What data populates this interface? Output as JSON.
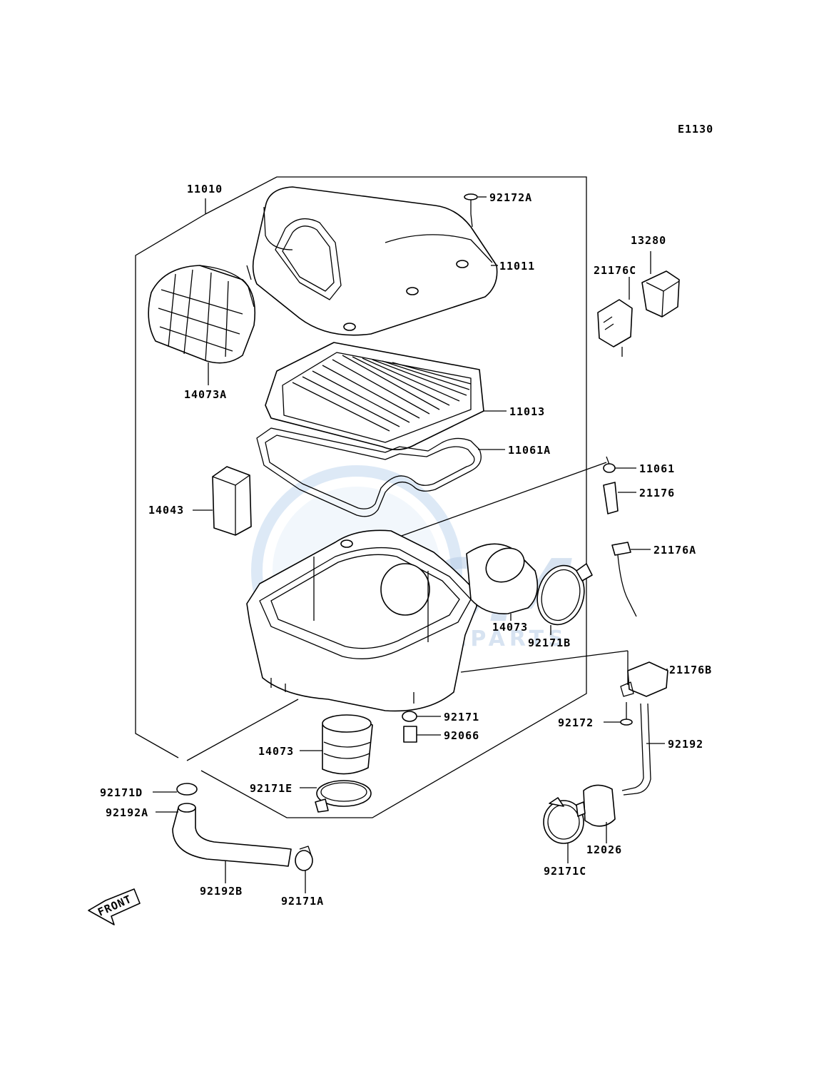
{
  "diagram_code": "E1130",
  "watermark": {
    "brand": "GSM",
    "sub": "MOTORPARTS",
    "color": "#8fb4e0"
  },
  "front_arrow": "FRONT",
  "callouts": {
    "c11010": "11010",
    "c92172A": "92172A",
    "c11011": "11011",
    "c13280": "13280",
    "c21176C": "21176C",
    "c14073A": "14073A",
    "c11013": "11013",
    "c11061A": "11061A",
    "c11061": "11061",
    "c21176": "21176",
    "c14043": "14043",
    "c21176A": "21176A",
    "c14073_top": "14073",
    "c92171B": "92171B",
    "c21176B": "21176B",
    "c92171": "92171",
    "c92066": "92066",
    "c92172": "92172",
    "c92192": "92192",
    "c14073_bottom": "14073",
    "c92171D": "92171D",
    "c92171E": "92171E",
    "c92192A": "92192A",
    "c12026": "12026",
    "c92192B": "92192B",
    "c92171A": "92171A",
    "c92171C": "92171C"
  }
}
